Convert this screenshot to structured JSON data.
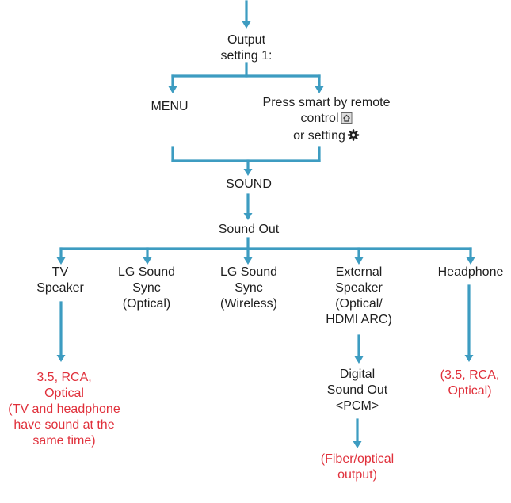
{
  "colors": {
    "connector": "#3d9cc1",
    "text": "#1f1f1f",
    "note": "#e0303b"
  },
  "nodes": {
    "output_setting": [
      "Output",
      "setting 1:"
    ],
    "menu": "MENU",
    "press_smart": [
      "Press smart by remote",
      "control",
      "or setting"
    ],
    "sound": "SOUND",
    "sound_out": "Sound Out",
    "tv_speaker": [
      "TV",
      "Speaker"
    ],
    "lg_sound_sync_optical": [
      "LG Sound",
      "Sync",
      "(Optical)"
    ],
    "lg_sound_sync_wireless": [
      "LG Sound",
      "Sync",
      "(Wireless)"
    ],
    "external_speaker": [
      "External",
      "Speaker",
      "(Optical/",
      "HDMI ARC)"
    ],
    "headphone": "Headphone",
    "digital_sound_out": [
      "Digital",
      "Sound Out",
      "<PCM>"
    ]
  },
  "notes": {
    "tv_speaker": [
      "3.5, RCA,",
      "Optical",
      "(TV and headphone",
      "have sound at the",
      "same time)"
    ],
    "headphone": [
      "(3.5, RCA,",
      "Optical)"
    ],
    "digital": [
      "(Fiber/optical",
      "output)"
    ]
  },
  "icons": {
    "home": "home-icon",
    "settings": "gear-icon"
  }
}
